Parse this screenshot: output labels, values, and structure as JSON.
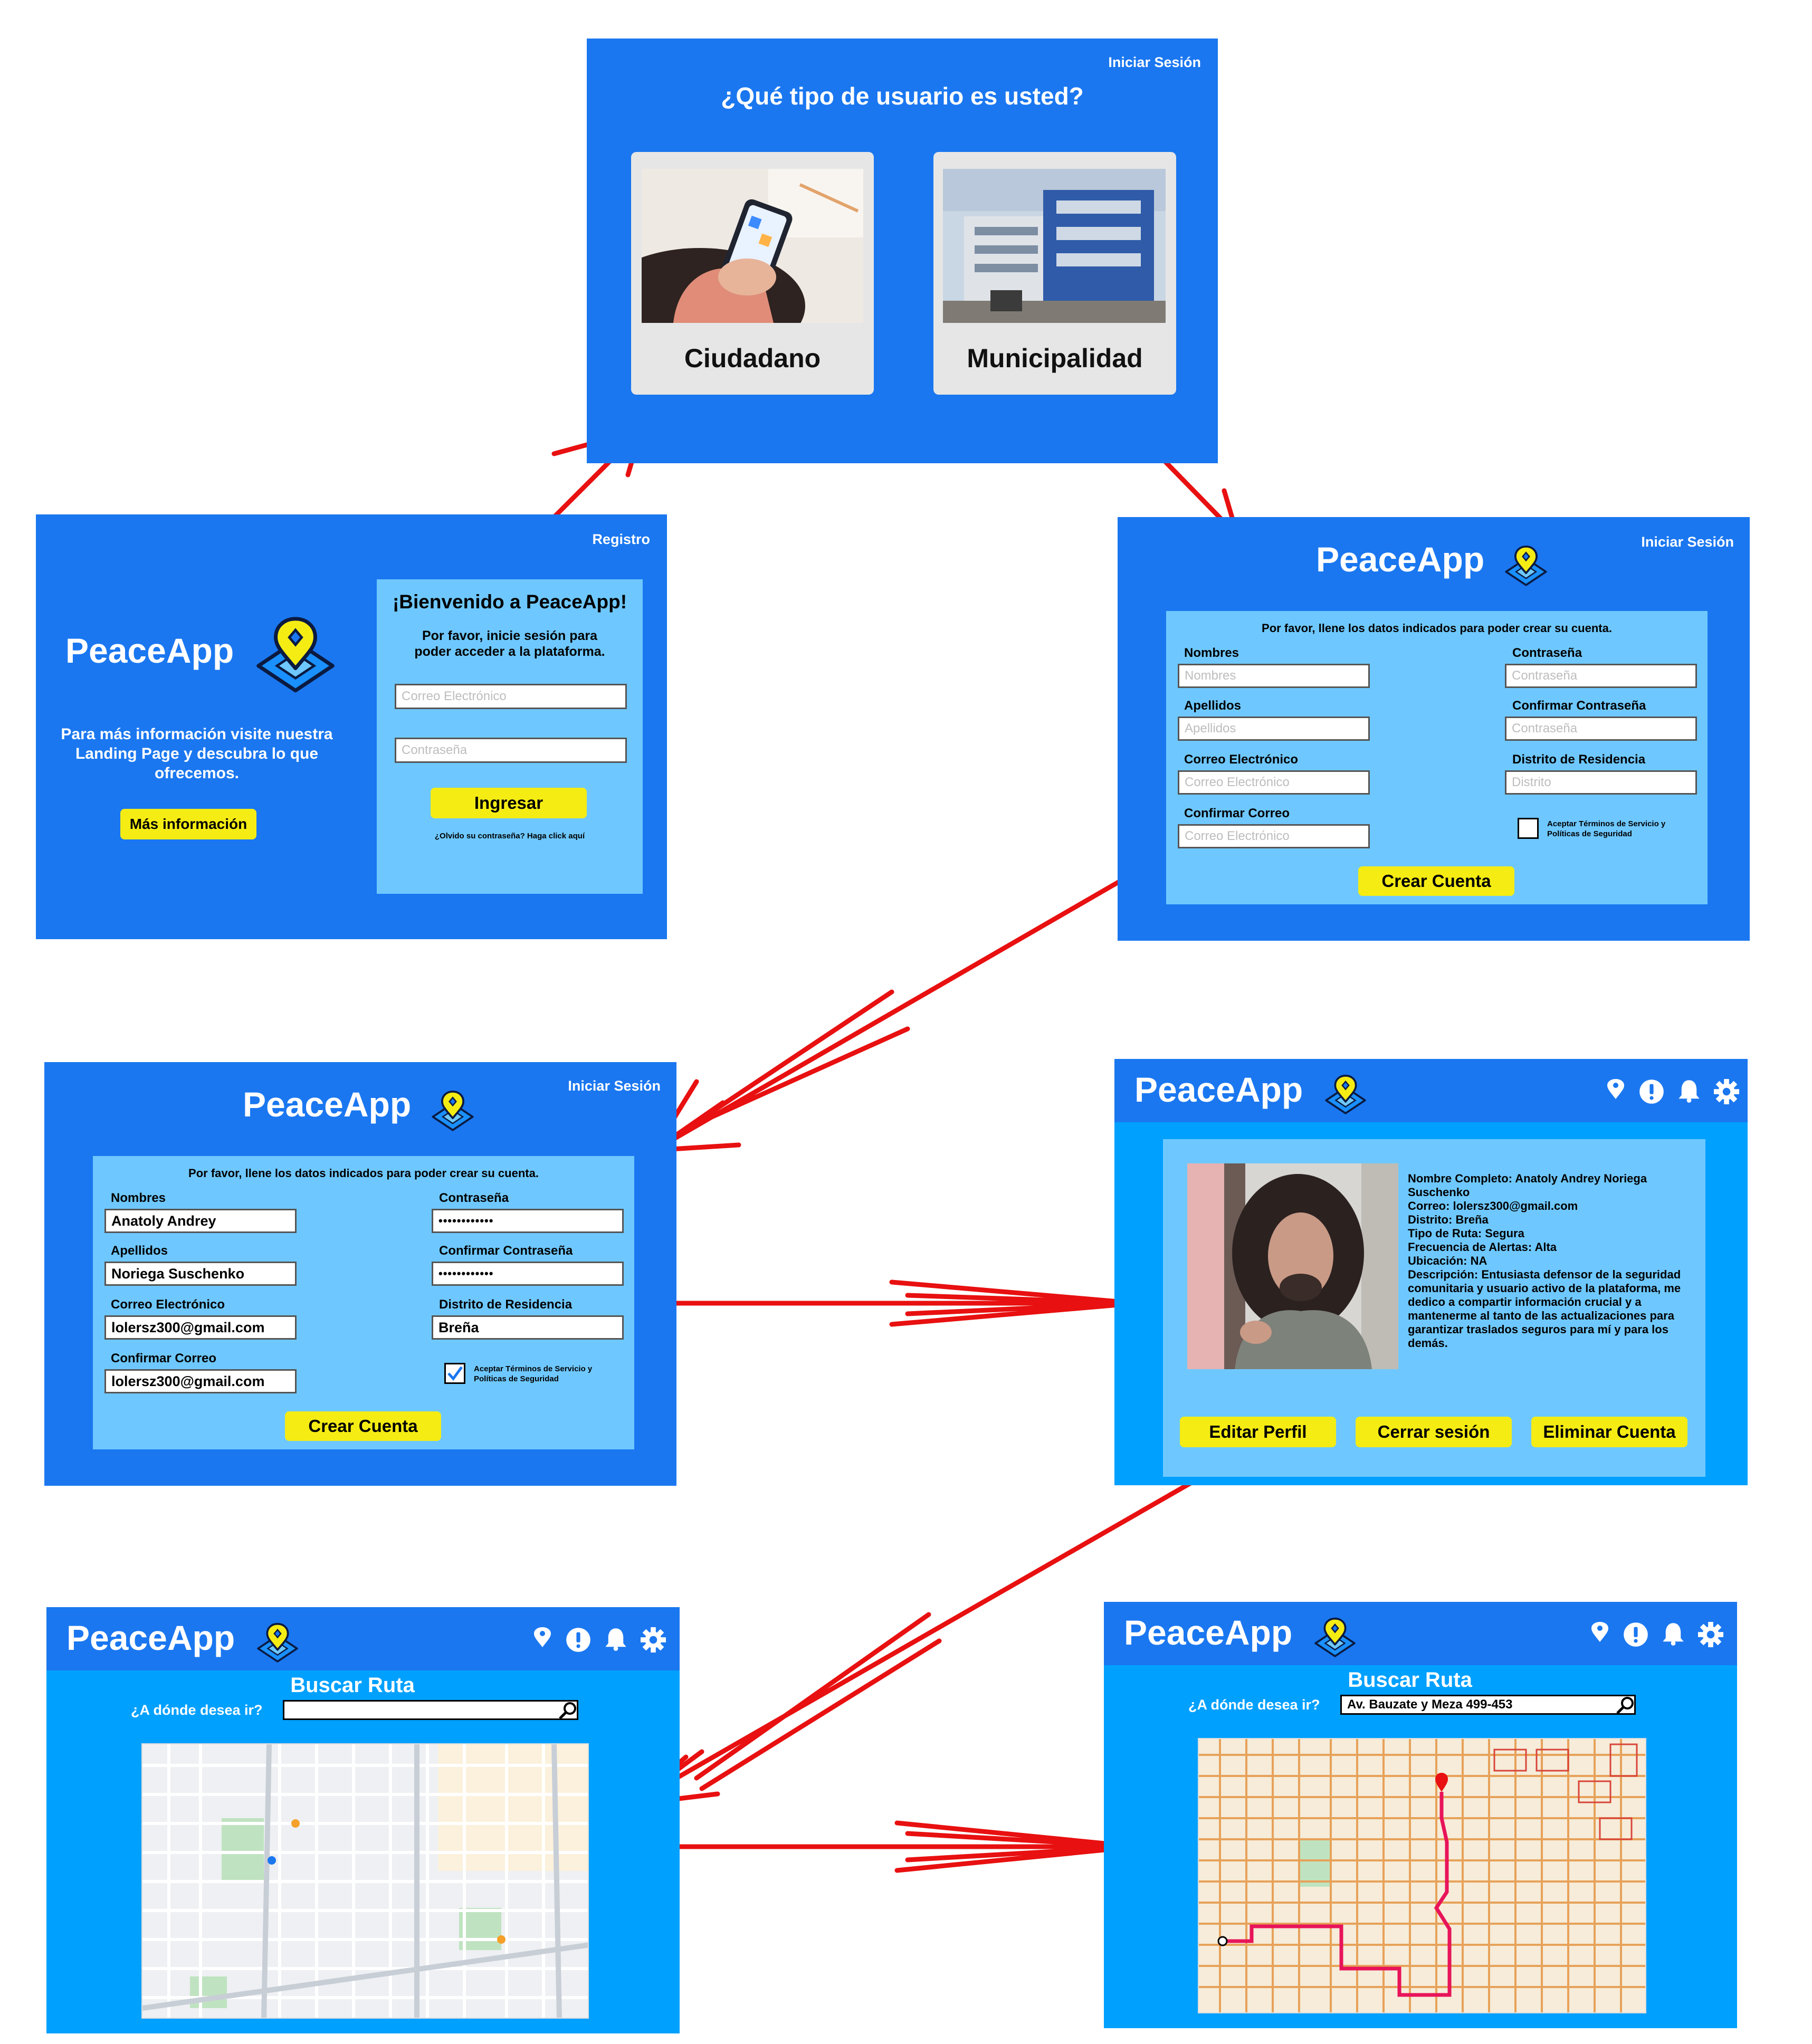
{
  "colors": {
    "primary": "#1a77f0",
    "secondary": "#00a0ff",
    "panel": "#6ec8ff",
    "button": "#f5ec14",
    "arrow": "#e81010"
  },
  "user_type": {
    "top_link": "Iniciar Sesión",
    "title": "¿Qué tipo de usuario es usted?",
    "option_citizen": "Ciudadano",
    "option_municipality": "Municipalidad"
  },
  "login": {
    "top_link": "Registro",
    "brand": "PeaceApp",
    "info_text": "Para más información visite nuestra Landing Page y descubra lo que ofrecemos.",
    "more_info_button": "Más información",
    "welcome_title": "¡Bienvenido a PeaceApp!",
    "subtitle": "Por favor, inicie sesión para poder acceder a la plataforma.",
    "email_placeholder": "Correo Electrónico",
    "password_placeholder": "Contraseña",
    "login_button": "Ingresar",
    "forgot_text": "¿Olvido su contraseña? Haga click aquí"
  },
  "register_empty": {
    "top_link": "Iniciar Sesión",
    "brand": "PeaceApp",
    "instructions": "Por favor, llene los datos indicados para poder crear su cuenta.",
    "label_names": "Nombres",
    "ph_names": "Nombres",
    "label_surnames": "Apellidos",
    "ph_surnames": "Apellidos",
    "label_email": "Correo Electrónico",
    "ph_email": "Correo Electrónico",
    "label_confirm_email": "Confirmar Correo",
    "ph_confirm_email": "Correo Electrónico",
    "label_password": "Contraseña",
    "ph_password": "Contraseña",
    "label_confirm_password": "Confirmar Contraseña",
    "ph_confirm_password": "Contraseña",
    "label_district": "Distrito de Residencia",
    "ph_district": "Distrito",
    "terms": "Aceptar Términos de Servicio y Políticas de Seguridad",
    "terms_checked": false,
    "submit": "Crear Cuenta"
  },
  "register_filled": {
    "top_link": "Iniciar Sesión",
    "brand": "PeaceApp",
    "instructions": "Por favor, llene los datos indicados para poder crear su cuenta.",
    "label_names": "Nombres",
    "val_names": "Anatoly Andrey",
    "label_surnames": "Apellidos",
    "val_surnames": "Noriega Suschenko",
    "label_email": "Correo Electrónico",
    "val_email": "lolersz300@gmail.com",
    "label_confirm_email": "Confirmar Correo",
    "val_confirm_email": "lolersz300@gmail.com",
    "label_password": "Contraseña",
    "val_password": "••••••••••••",
    "label_confirm_password": "Confirmar Contraseña",
    "val_confirm_password": "••••••••••••",
    "label_district": "Distrito de Residencia",
    "val_district": "Breña",
    "terms": "Aceptar Términos de Servicio y Políticas de Seguridad",
    "terms_checked": true,
    "submit": "Crear Cuenta"
  },
  "profile": {
    "brand": "PeaceApp",
    "nav_icons": [
      "location-pin-icon",
      "alert-icon",
      "bell-icon",
      "gear-icon"
    ],
    "lines": [
      "Nombre Completo: Anatoly Andrey Noriega Suschenko",
      "Correo: lolersz300@gmail.com",
      "Distrito: Breña",
      "Tipo de Ruta: Segura",
      "Frecuencia de Alertas: Alta",
      "Ubicación: NA",
      "Descripción: Entusiasta defensor de la seguridad comunitaria y usuario activo de la plataforma, me dedico a compartir información crucial y a mantenerme al tanto de las actualizaciones para garantizar traslados seguros para mí y para los demás."
    ],
    "btn_edit": "Editar Perfil",
    "btn_logout": "Cerrar sesión",
    "btn_delete": "Eliminar Cuenta"
  },
  "route_empty": {
    "brand": "PeaceApp",
    "title": "Buscar Ruta",
    "question": "¿A dónde desea ir?",
    "search_value": ""
  },
  "route_filled": {
    "brand": "PeaceApp",
    "title": "Buscar Ruta",
    "question": "¿A dónde desea ir?",
    "search_value": "Av. Bauzate y Meza 499-453"
  }
}
